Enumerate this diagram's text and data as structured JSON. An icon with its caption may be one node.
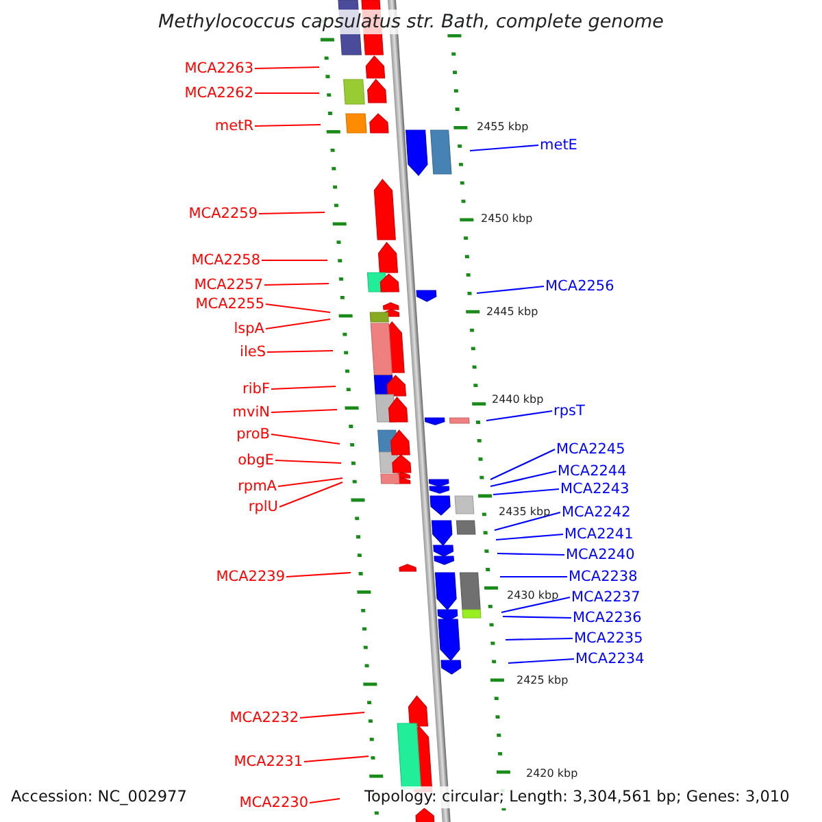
{
  "diagram": {
    "title": "Methylococcus capsulatus str. Bath, complete genome",
    "nodes": [
      {
        "text": [
          "MCA2263"
        ]
      },
      {
        "text": [
          "MCA2262"
        ]
      },
      {
        "text": [
          "metR"
        ]
      },
      {
        "text": [
          "MCA2259"
        ]
      },
      {
        "text": [
          "MCA2258"
        ]
      },
      {
        "text": [
          "MCA2257"
        ]
      },
      {
        "text": [
          "MCA2255"
        ]
      },
      {
        "text": [
          "lspA"
        ]
      },
      {
        "text": [
          "ileS"
        ]
      },
      {
        "text": [
          "ribF"
        ]
      },
      {
        "text": [
          "mviN"
        ]
      },
      {
        "text": [
          "proB"
        ]
      },
      {
        "text": [
          "obgE"
        ]
      },
      {
        "text": [
          "rpmA"
        ]
      },
      {
        "text": [
          "rplU"
        ]
      },
      {
        "text": [
          "MCA2239"
        ]
      },
      {
        "text": [
          "MCA2232"
        ]
      },
      {
        "text": [
          "MCA2231"
        ]
      },
      {
        "text": [
          "MCA2230"
        ]
      },
      {
        "text": [
          "metE"
        ]
      },
      {
        "text": [
          "MCA2256"
        ]
      },
      {
        "text": [
          "rpsT"
        ]
      },
      {
        "text": [
          "MCA2245"
        ]
      },
      {
        "text": [
          "MCA2244"
        ]
      },
      {
        "text": [
          "MCA2243"
        ]
      },
      {
        "text": [
          "MCA2242"
        ]
      },
      {
        "text": [
          "MCA2241"
        ]
      },
      {
        "text": [
          "MCA2240"
        ]
      },
      {
        "text": [
          "MCA2238"
        ]
      },
      {
        "text": [
          "MCA2237"
        ]
      },
      {
        "text": [
          "MCA2236"
        ]
      },
      {
        "text": [
          "MCA2235"
        ]
      },
      {
        "text": [
          "MCA2234"
        ]
      }
    ],
    "edges": [
      {
        "from": 0,
        "to": null,
        "arrow": "none"
      },
      {
        "from": 1,
        "to": null,
        "arrow": "none"
      },
      {
        "from": 2,
        "to": null,
        "arrow": "none"
      },
      {
        "from": 3,
        "to": null,
        "arrow": "none"
      },
      {
        "from": 4,
        "to": null,
        "arrow": "none"
      },
      {
        "from": 5,
        "to": null,
        "arrow": "none"
      },
      {
        "from": 6,
        "to": null,
        "arrow": "none"
      },
      {
        "from": 7,
        "to": null,
        "arrow": "none"
      },
      {
        "from": 8,
        "to": null,
        "arrow": "none"
      },
      {
        "from": 9,
        "to": null,
        "arrow": "none"
      },
      {
        "from": 10,
        "to": null,
        "arrow": "none"
      },
      {
        "from": 11,
        "to": null,
        "arrow": "none"
      },
      {
        "from": 12,
        "to": null,
        "arrow": "none"
      },
      {
        "from": 13,
        "to": null,
        "arrow": "none"
      },
      {
        "from": 14,
        "to": null,
        "arrow": "none"
      },
      {
        "from": 15,
        "to": null,
        "arrow": "none"
      },
      {
        "from": 16,
        "to": null,
        "arrow": "none"
      },
      {
        "from": 17,
        "to": null,
        "arrow": "none"
      },
      {
        "from": 18,
        "to": null,
        "arrow": "none"
      },
      {
        "from": 19,
        "to": null,
        "arrow": "none",
        "color": "#0000ff"
      },
      {
        "from": 20,
        "to": null,
        "arrow": "none",
        "color": "#0000ff"
      },
      {
        "from": 21,
        "to": null,
        "arrow": "none",
        "color": "#0000ff"
      },
      {
        "from": 22,
        "to": null,
        "arrow": "none",
        "color": "#0000ff"
      },
      {
        "from": 23,
        "to": null,
        "arrow": "none",
        "color": "#0000ff"
      },
      {
        "from": 24,
        "to": null,
        "arrow": "none",
        "color": "#0000ff"
      },
      {
        "from": 25,
        "to": null,
        "arrow": "none",
        "color": "#0000ff"
      },
      {
        "from": 26,
        "to": null,
        "arrow": "none",
        "color": "#0000ff"
      },
      {
        "from": 27,
        "to": null,
        "arrow": "none",
        "color": "#0000ff"
      },
      {
        "from": 28,
        "to": null,
        "arrow": "none",
        "color": "#0000ff"
      },
      {
        "from": 29,
        "to": null,
        "arrow": "none",
        "color": "#0000ff"
      },
      {
        "from": 30,
        "to": null,
        "arrow": "none",
        "color": "#0000ff"
      },
      {
        "from": 31,
        "to": null,
        "arrow": "none",
        "color": "#0000ff"
      },
      {
        "from": 32,
        "to": null,
        "arrow": "none",
        "color": "#0000ff"
      }
    ],
    "labels": [
      "2455 kbp",
      "2450 kbp",
      "2445 kbp",
      "2440 kbp",
      "2435 kbp",
      "2430 kbp",
      "2425 kbp",
      "2420 kbp",
      "Accession: NC_002977",
      "Topology: circular; Length: 3,304,561 bp; Genes: 3,010"
    ]
  }
}
